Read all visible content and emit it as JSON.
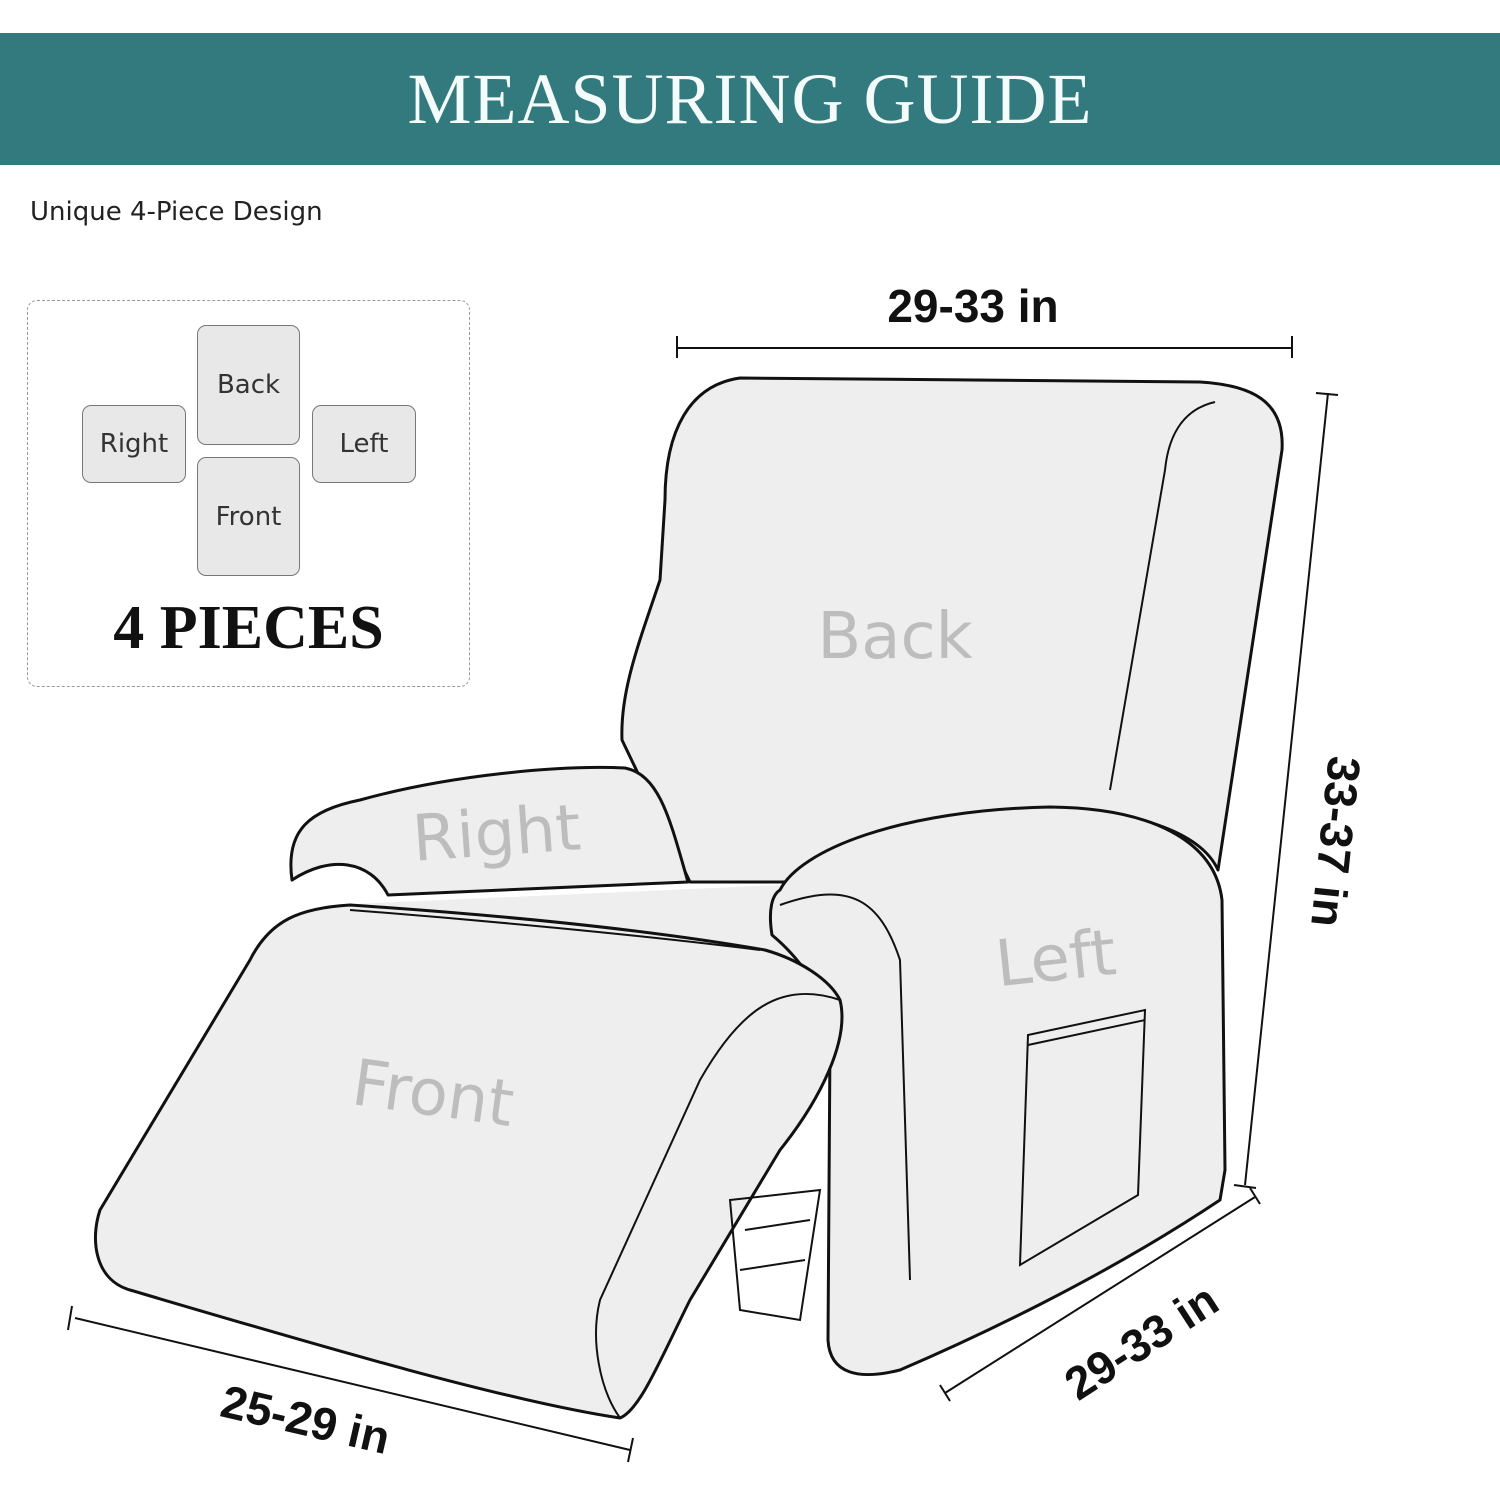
{
  "header": {
    "title": "MEASURING GUIDE"
  },
  "subtitle": "Unique 4-Piece Design",
  "pieces_diagram": {
    "back": "Back",
    "right": "Right",
    "left": "Left",
    "front": "Front",
    "count_label": "4 PIECES"
  },
  "chair_labels": {
    "back": "Back",
    "right": "Right",
    "left": "Left",
    "front": "Front"
  },
  "dimensions": {
    "back_width": "29-33 in",
    "height": "33-37 in",
    "depth": "29-33 in",
    "footrest_width": "25-29 in"
  },
  "colors": {
    "banner": "#337a7e",
    "piece_fill": "#e8e8e8"
  }
}
